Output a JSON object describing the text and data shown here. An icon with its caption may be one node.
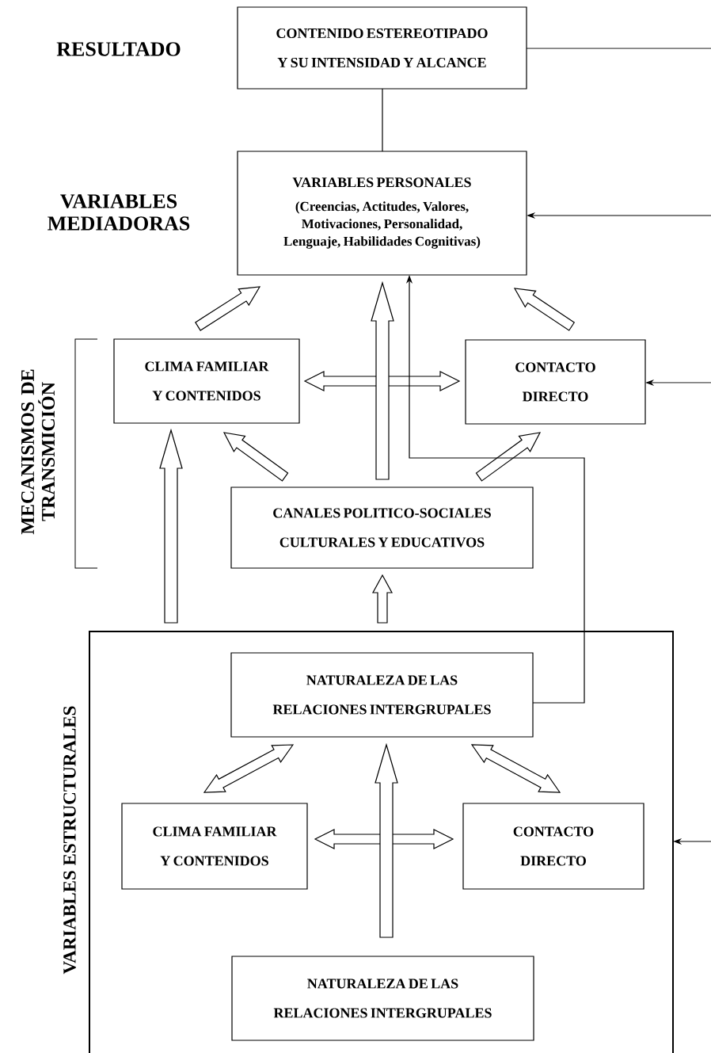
{
  "diagram": {
    "nodes": [
      {
        "text": [
          "CONTENIDO ESTEREOTIPADO Y SU INTENSIDAD Y ALCANCE"
        ]
      },
      {
        "text": [
          "VARIABLES PERSONALES",
          "(Creencias, Actitudes, Valores, Motivaciones, Personalidad, Lenguaje, Habilidades Cognitivas)"
        ]
      },
      {
        "text": [
          "CLIMA FAMILIAR Y CONTENIDOS"
        ]
      },
      {
        "text": [
          "CONTACTO DIRECTO"
        ]
      },
      {
        "text": [
          "CANALES POLITICO-SOCIALES CULTURALES Y EDUCATIVOS"
        ]
      },
      {
        "text": [
          "VARIABLES ESTRUCTURALES"
        ]
      },
      {
        "text": [
          "NATURALEZA DE LAS RELACIONES INTERGRUPALES"
        ],
        "in": 5
      },
      {
        "text": [
          "CLIMA FAMILIAR Y CONTENIDOS"
        ],
        "in": 5
      },
      {
        "text": [
          "CONTACTO DIRECTO"
        ],
        "in": 5
      },
      {
        "text": [
          "NATURALEZA DE LAS RELACIONES INTERGRUPALES"
        ],
        "in": 5
      }
    ],
    "edges": [
      {
        "from": 0,
        "to": 1,
        "arrow": "none"
      },
      {
        "from": 0,
        "to": null,
        "arrow": "none"
      },
      {
        "from": null,
        "to": 1,
        "arrow": "to"
      },
      {
        "from": null,
        "to": 3,
        "arrow": "to"
      },
      {
        "from": null,
        "to": 5,
        "arrow": "to"
      },
      {
        "from": 2,
        "to": 1,
        "arrow": "to",
        "style": "thick"
      },
      {
        "from": 3,
        "to": 1,
        "arrow": "to",
        "style": "thick"
      },
      {
        "from": 2,
        "to": 3,
        "arrow": "both",
        "style": "thick"
      },
      {
        "from": 4,
        "to": 1,
        "arrow": "to",
        "style": "thick"
      },
      {
        "from": 4,
        "to": 2,
        "arrow": "to",
        "style": "thick"
      },
      {
        "from": 4,
        "to": 3,
        "arrow": "to",
        "style": "thick"
      },
      {
        "from": 5,
        "to": 2,
        "arrow": "to",
        "style": "thick"
      },
      {
        "from": 5,
        "to": 4,
        "arrow": "to",
        "style": "thick"
      },
      {
        "from": 6,
        "to": 1,
        "arrow": "to"
      },
      {
        "from": 6,
        "to": 7,
        "arrow": "both",
        "style": "thick"
      },
      {
        "from": 6,
        "to": 8,
        "arrow": "both",
        "style": "thick"
      },
      {
        "from": 7,
        "to": 8,
        "arrow": "both",
        "style": "thick"
      },
      {
        "from": 9,
        "to": 6,
        "arrow": "to",
        "style": "thick"
      }
    ],
    "labels": [
      "RESULTADO",
      "VARIABLES MEDIADORAS",
      "MECANISMOS DE TRANSMICIÓN"
    ]
  }
}
